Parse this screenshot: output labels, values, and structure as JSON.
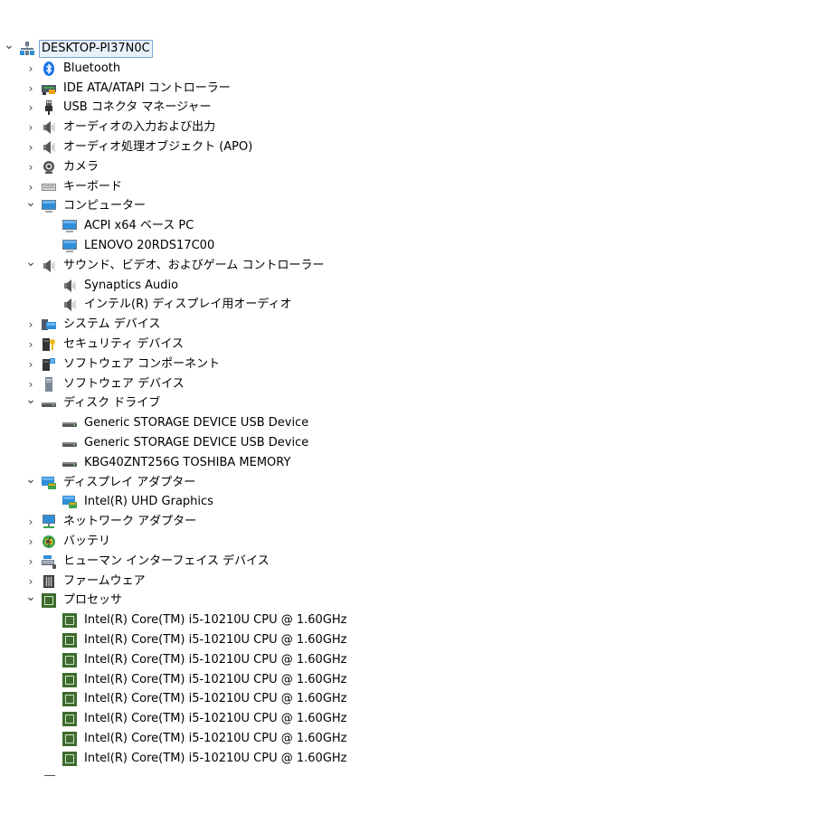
{
  "tree": [
    {
      "level": 0,
      "expander": "expanded",
      "icon": "computer-root-icon",
      "label": "DESKTOP-PI37N0C",
      "selected": true
    },
    {
      "level": 1,
      "expander": "collapsed",
      "icon": "bluetooth-icon",
      "label": "Bluetooth"
    },
    {
      "level": 1,
      "expander": "collapsed",
      "icon": "ide-controller-icon",
      "label": "IDE ATA/ATAPI コントローラー"
    },
    {
      "level": 1,
      "expander": "collapsed",
      "icon": "usb-plug-icon",
      "label": "USB コネクタ マネージャー"
    },
    {
      "level": 1,
      "expander": "collapsed",
      "icon": "speaker-icon",
      "label": "オーディオの入力および出力"
    },
    {
      "level": 1,
      "expander": "collapsed",
      "icon": "speaker-icon",
      "label": "オーディオ処理オブジェクト (APO)"
    },
    {
      "level": 1,
      "expander": "collapsed",
      "icon": "webcam-icon",
      "label": "カメラ"
    },
    {
      "level": 1,
      "expander": "collapsed",
      "icon": "keyboard-icon",
      "label": "キーボード"
    },
    {
      "level": 1,
      "expander": "expanded",
      "icon": "monitor-icon",
      "label": "コンピューター"
    },
    {
      "level": 2,
      "expander": "none",
      "icon": "monitor-icon",
      "label": "ACPI x64 ベース PC"
    },
    {
      "level": 2,
      "expander": "none",
      "icon": "monitor-icon",
      "label": "LENOVO 20RDS17C00"
    },
    {
      "level": 1,
      "expander": "expanded",
      "icon": "speaker-icon",
      "label": "サウンド、ビデオ、およびゲーム コントローラー"
    },
    {
      "level": 2,
      "expander": "none",
      "icon": "speaker-icon",
      "label": "Synaptics Audio"
    },
    {
      "level": 2,
      "expander": "none",
      "icon": "speaker-icon",
      "label": "インテル(R) ディスプレイ用オーディオ"
    },
    {
      "level": 1,
      "expander": "collapsed",
      "icon": "system-devices-icon",
      "label": "システム デバイス"
    },
    {
      "level": 1,
      "expander": "collapsed",
      "icon": "security-key-icon",
      "label": "セキュリティ デバイス"
    },
    {
      "level": 1,
      "expander": "collapsed",
      "icon": "software-component-icon",
      "label": "ソフトウェア コンポーネント"
    },
    {
      "level": 1,
      "expander": "collapsed",
      "icon": "software-device-icon",
      "label": "ソフトウェア デバイス"
    },
    {
      "level": 1,
      "expander": "expanded",
      "icon": "disk-drive-icon",
      "label": "ディスク ドライブ"
    },
    {
      "level": 2,
      "expander": "none",
      "icon": "disk-drive-icon",
      "label": "Generic STORAGE DEVICE USB Device"
    },
    {
      "level": 2,
      "expander": "none",
      "icon": "disk-drive-icon",
      "label": "Generic STORAGE DEVICE USB Device"
    },
    {
      "level": 2,
      "expander": "none",
      "icon": "disk-drive-icon",
      "label": "KBG40ZNT256G TOSHIBA MEMORY"
    },
    {
      "level": 1,
      "expander": "expanded",
      "icon": "display-adapter-icon",
      "label": "ディスプレイ アダプター"
    },
    {
      "level": 2,
      "expander": "none",
      "icon": "display-adapter-icon",
      "label": "Intel(R) UHD Graphics"
    },
    {
      "level": 1,
      "expander": "collapsed",
      "icon": "network-adapter-icon",
      "label": "ネットワーク アダプター"
    },
    {
      "level": 1,
      "expander": "collapsed",
      "icon": "battery-icon",
      "label": "バッテリ"
    },
    {
      "level": 1,
      "expander": "collapsed",
      "icon": "hid-icon",
      "label": "ヒューマン インターフェイス デバイス"
    },
    {
      "level": 1,
      "expander": "collapsed",
      "icon": "firmware-icon",
      "label": "ファームウェア"
    },
    {
      "level": 1,
      "expander": "expanded",
      "icon": "processor-icon",
      "label": "プロセッサ"
    },
    {
      "level": 2,
      "expander": "none",
      "icon": "processor-icon",
      "label": "Intel(R) Core(TM) i5-10210U CPU @ 1.60GHz"
    },
    {
      "level": 2,
      "expander": "none",
      "icon": "processor-icon",
      "label": "Intel(R) Core(TM) i5-10210U CPU @ 1.60GHz"
    },
    {
      "level": 2,
      "expander": "none",
      "icon": "processor-icon",
      "label": "Intel(R) Core(TM) i5-10210U CPU @ 1.60GHz"
    },
    {
      "level": 2,
      "expander": "none",
      "icon": "processor-icon",
      "label": "Intel(R) Core(TM) i5-10210U CPU @ 1.60GHz"
    },
    {
      "level": 2,
      "expander": "none",
      "icon": "processor-icon",
      "label": "Intel(R) Core(TM) i5-10210U CPU @ 1.60GHz"
    },
    {
      "level": 2,
      "expander": "none",
      "icon": "processor-icon",
      "label": "Intel(R) Core(TM) i5-10210U CPU @ 1.60GHz"
    },
    {
      "level": 2,
      "expander": "none",
      "icon": "processor-icon",
      "label": "Intel(R) Core(TM) i5-10210U CPU @ 1.60GHz"
    },
    {
      "level": 2,
      "expander": "none",
      "icon": "processor-icon",
      "label": "Intel(R) Core(TM) i5-10210U CPU @ 1.60GHz"
    }
  ],
  "colors": {
    "selection_border": "#7aa7d8",
    "selection_fill": "#e8f1fb",
    "monitor_blue": "#2f8ed8",
    "chip_green": "#3d6b2d"
  }
}
